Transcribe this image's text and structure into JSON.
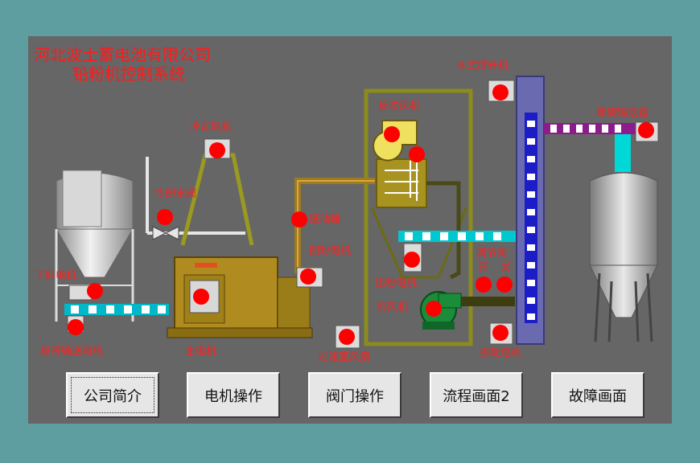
{
  "title": {
    "company": "河北波士蓄电池有限公司",
    "system": "铅粉机控制系统"
  },
  "labels": {
    "bucket_elevator": "斗式提升机",
    "reverse_blower": "反吹风机",
    "screw_conveyor": "螺旋输送器",
    "cooling_fan": "冷却风机",
    "cooling_valve": "冷却水阀",
    "vibrator": "振动器",
    "return_motor": "回粉电机",
    "regulating_valve": "调节阀",
    "valve_open": "开",
    "valve_close": "关",
    "discharge_motor": "出粉电机",
    "induced_fan": "引风机",
    "feed_motor": "下料电机",
    "belt_motor": "皮带输送电机",
    "main_motor": "主电机",
    "filter_fan": "过滤室风扇",
    "vibration_motor": "振动电机"
  },
  "nav": {
    "company_intro": "公司简介",
    "motor_ops": "电机操作",
    "valve_ops": "阀门操作",
    "process2": "流程画面2",
    "fault": "故障画面"
  },
  "colors": {
    "background": "#5f9ea0",
    "panel": "#666666",
    "status_indicator": "#ff0000",
    "title_text": "#ff1a1a"
  }
}
